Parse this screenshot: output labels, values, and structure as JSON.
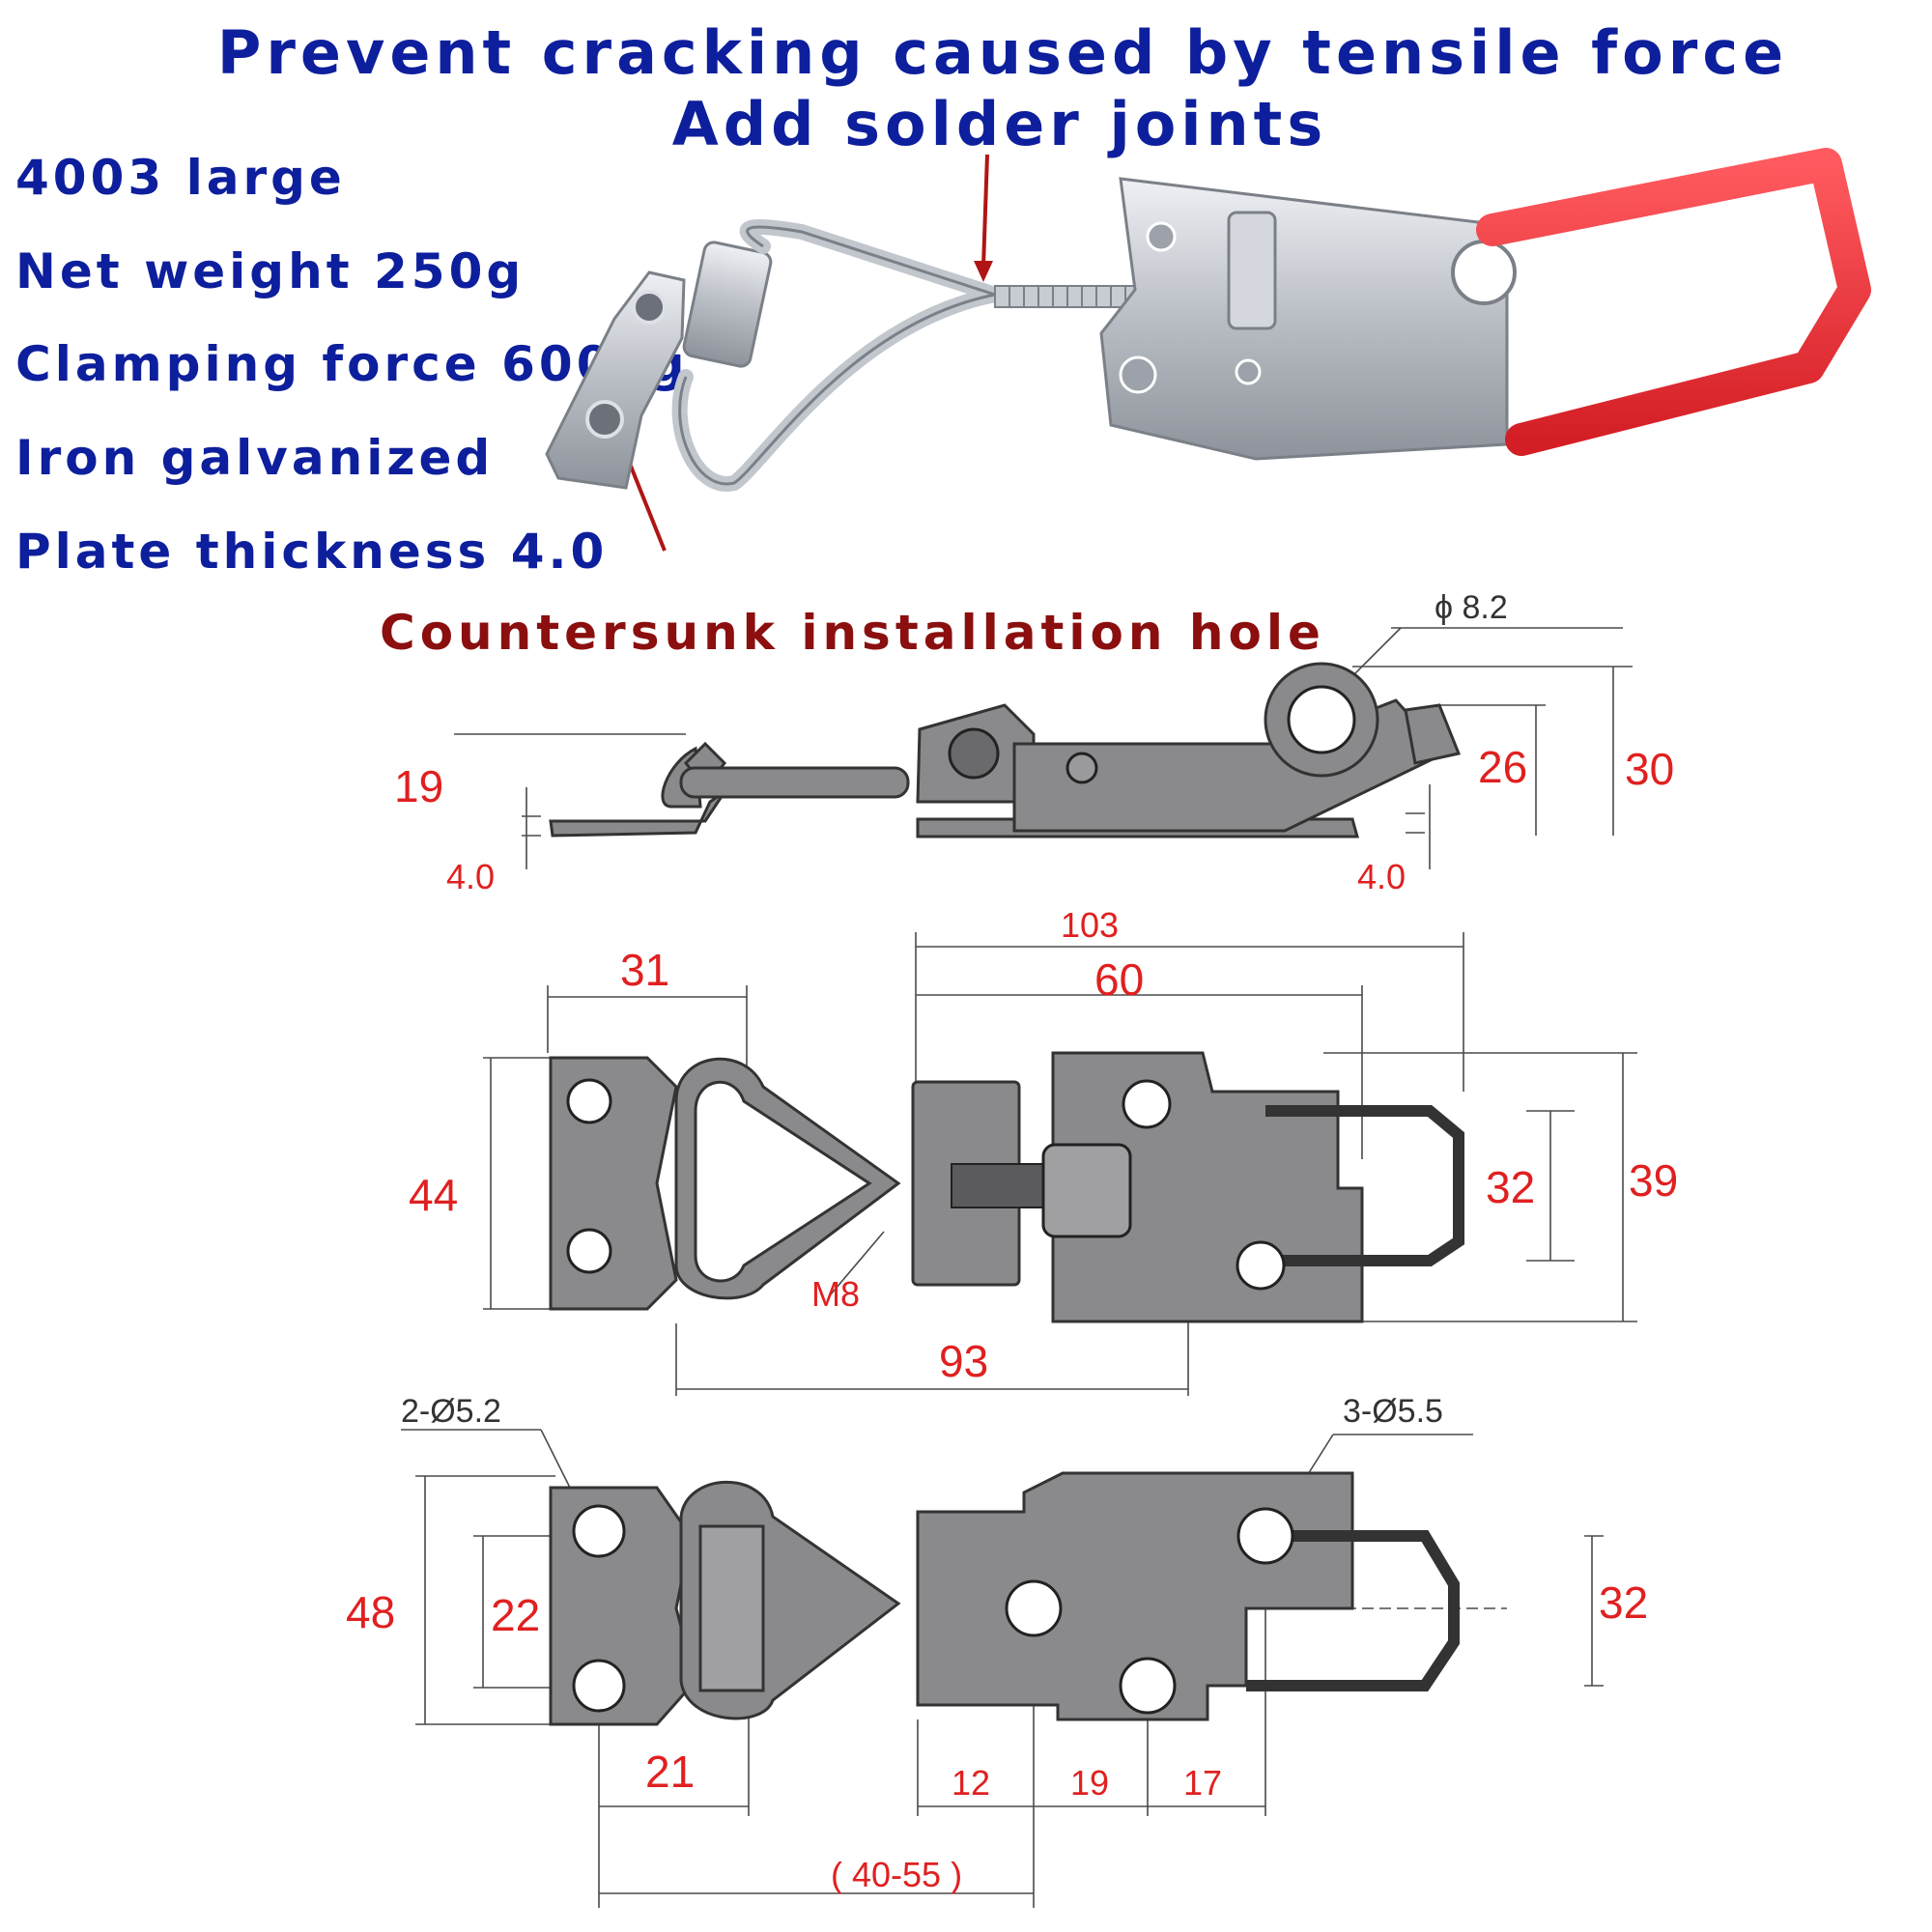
{
  "header": {
    "line1": "Prevent cracking caused by tensile force",
    "line2": "Add solder joints"
  },
  "specs": [
    "4003 large",
    "Net weight 250g",
    "Clamping force 600kg",
    "Iron galvanized",
    "Plate thickness 4.0"
  ],
  "callout": "Countersunk installation hole",
  "drawing": {
    "side_view": {
      "hole_dia": "ϕ 8.2",
      "dims": {
        "height_left": "19",
        "plate_left": "4.0",
        "plate_right": "4.0",
        "handle_height": "26",
        "total_height": "30"
      }
    },
    "top_view": {
      "dims": {
        "overall": "103",
        "body": "60",
        "hook_width": "31",
        "width": "44",
        "thread": "M8",
        "span": "93",
        "bail_width": "32",
        "body_width": "39"
      }
    },
    "bottom_view": {
      "hole_left": "2-Ø5.2",
      "hole_right": "3-Ø5.5",
      "dims": {
        "height": "48",
        "hole_spacing": "22",
        "hook_pitch": "21",
        "d1": "12",
        "d2": "19",
        "d3": "17",
        "adjust_range": "( 40-55 )",
        "bail_width": "32"
      }
    }
  },
  "colors": {
    "title_blue": "#0d1f9c",
    "callout_red": "#8b0f0f",
    "dimension_red": "#e02020",
    "handle_red": "#e02a2f",
    "metal": "#c9ccd2",
    "drawing_metal": "#8a8a8c"
  }
}
